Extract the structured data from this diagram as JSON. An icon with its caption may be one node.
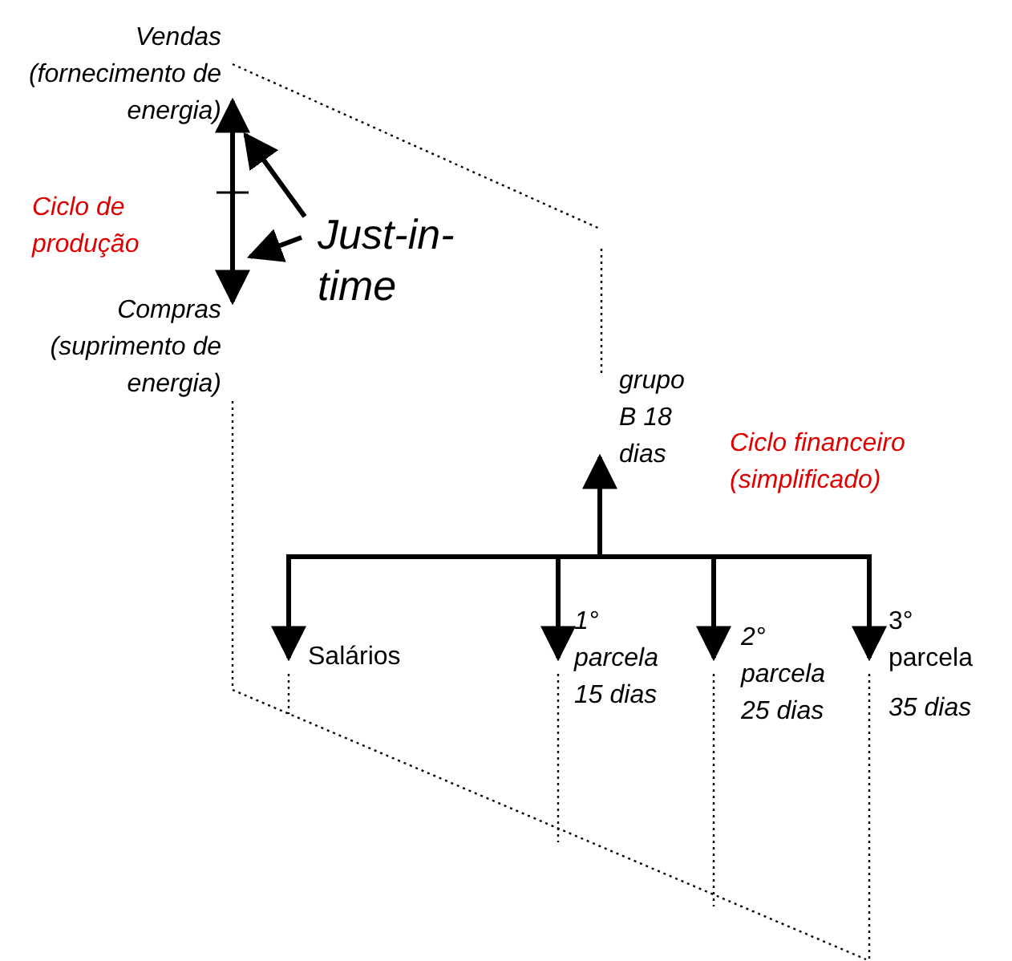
{
  "diagram": {
    "nodes": [
      {
        "text": [
          "Vendas (fornecimento de energia)"
        ]
      },
      {
        "text": [
          "Compras (suprimento de energia)"
        ]
      },
      {
        "text": [
          "Just-in-time"
        ]
      },
      {
        "text": [
          "grupo B 18 dias"
        ]
      },
      {
        "text": [
          "Salários"
        ]
      },
      {
        "text": [
          "1° parcela 15 dias"
        ]
      },
      {
        "text": [
          "2° parcela 25 dias"
        ]
      },
      {
        "text": [
          "3° parcela",
          "35 dias"
        ]
      }
    ],
    "edges": [
      {
        "from": 1,
        "to": 0,
        "arrow": "both"
      },
      {
        "from": 2,
        "to": 0,
        "arrow": "to"
      },
      {
        "from": 2,
        "to": 1,
        "arrow": "to"
      },
      {
        "from": null,
        "to": 3,
        "arrow": "to"
      },
      {
        "from": null,
        "to": 4,
        "arrow": "to"
      },
      {
        "from": null,
        "to": 5,
        "arrow": "to"
      },
      {
        "from": null,
        "to": 6,
        "arrow": "to"
      },
      {
        "from": null,
        "to": 7,
        "arrow": "to"
      }
    ],
    "labels": [
      "Ciclo de produção",
      "Ciclo financeiro (simplificado)"
    ]
  }
}
